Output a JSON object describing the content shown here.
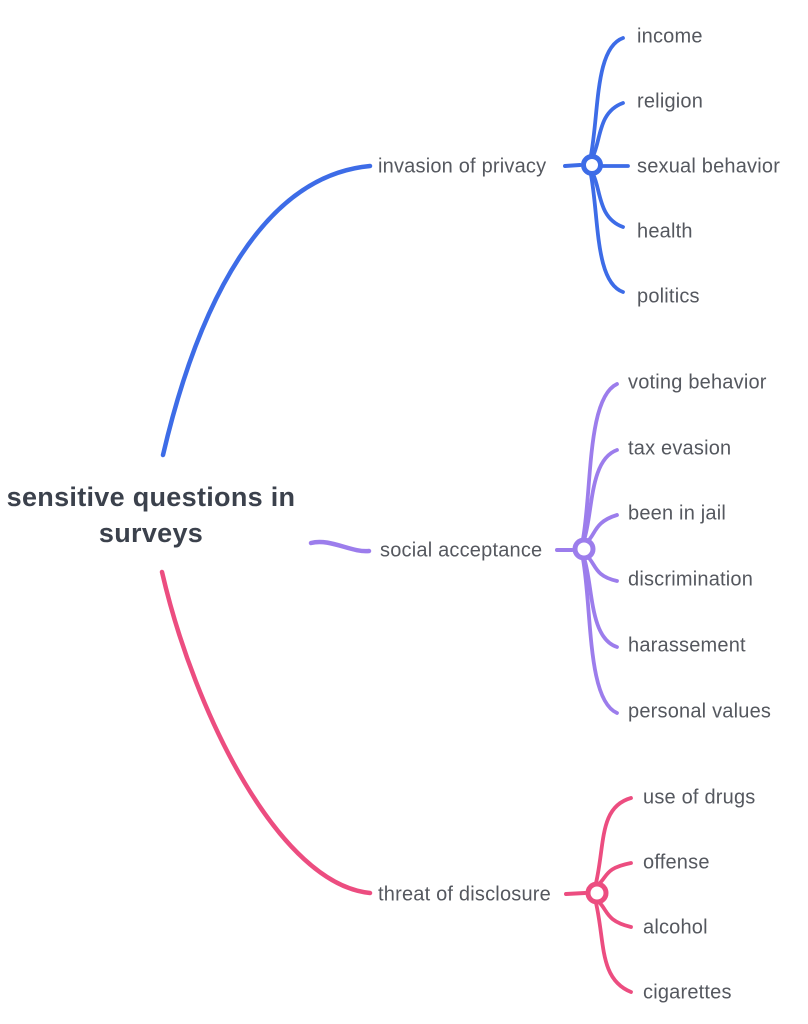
{
  "diagram": {
    "title": "sensitive questions in surveys mind map",
    "root_label": "sensitive questions in surveys",
    "branches": [
      {
        "label": "invasion of privacy",
        "color": "#3D6CE7",
        "children": [
          "income",
          "religion",
          "sexual behavior",
          "health",
          "politics"
        ]
      },
      {
        "label": "social acceptance",
        "color": "#9C7DEC",
        "children": [
          "voting behavior",
          "tax evasion",
          "been in jail",
          "discrimination",
          "harassement",
          "personal values"
        ]
      },
      {
        "label": "threat of disclosure",
        "color": "#EC4D80",
        "children": [
          "use of drugs",
          "offense",
          "alcohol",
          "cigarettes"
        ]
      }
    ],
    "colors": {
      "branch_blue": "#3D6CE7",
      "branch_purple": "#9C7DEC",
      "branch_pink": "#EC4D80",
      "root_text": "#3B414C",
      "label_text": "#55585F",
      "background": "#FFFFFF"
    }
  }
}
